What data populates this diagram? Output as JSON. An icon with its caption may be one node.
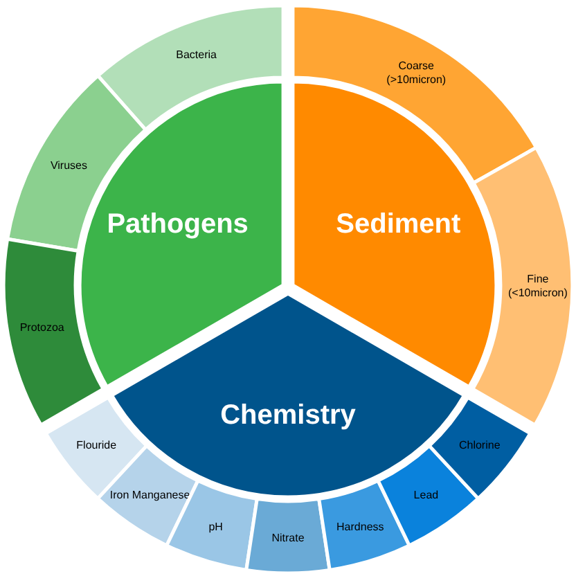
{
  "diagram": {
    "nodes": [
      {
        "text": [
          "Pathogens"
        ]
      },
      {
        "text": [
          "Sediment"
        ]
      },
      {
        "text": [
          "Chemistry"
        ]
      },
      {
        "text": [
          "Bacteria"
        ]
      },
      {
        "text": [
          "Viruses"
        ]
      },
      {
        "text": [
          "Protozoa"
        ]
      },
      {
        "text": [
          "Coarse (>10micron)"
        ]
      },
      {
        "text": [
          "Fine (<10micron)"
        ]
      },
      {
        "text": [
          "Flouride"
        ]
      },
      {
        "text": [
          "Iron Manganese"
        ]
      },
      {
        "text": [
          "pH"
        ]
      },
      {
        "text": [
          "Nitrate"
        ]
      },
      {
        "text": [
          "Hardness"
        ]
      },
      {
        "text": [
          "Lead"
        ]
      },
      {
        "text": [
          "Chlorine"
        ]
      }
    ]
  }
}
